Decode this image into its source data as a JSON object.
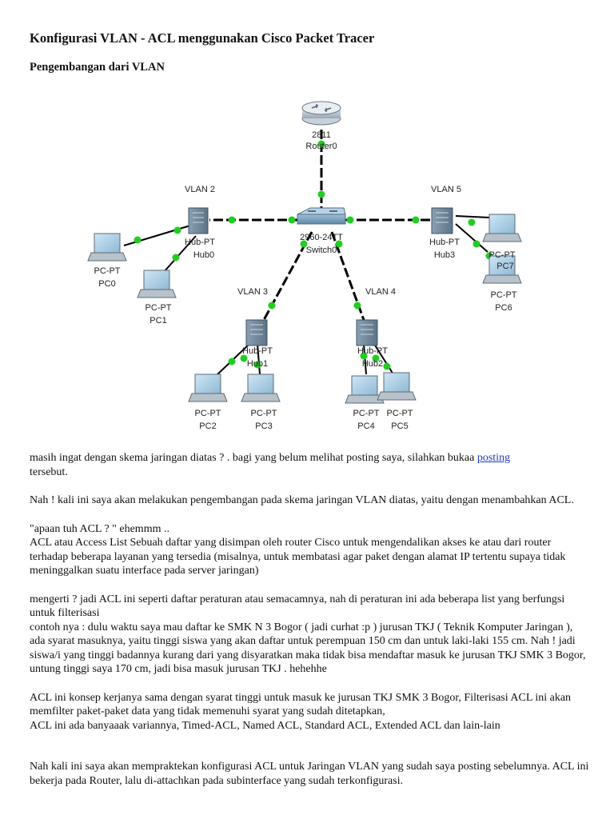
{
  "document": {
    "title": "Konfigurasi VLAN - ACL menggunakan Cisco Packet Tracer",
    "subtitle": "Pengembangan dari VLAN"
  },
  "diagram": {
    "router": {
      "model": "2811",
      "name": "Router0"
    },
    "switch": {
      "model": "2960-24TT",
      "name": "Switch0"
    },
    "hubs": [
      {
        "model": "Hub-PT",
        "name": "Hub0",
        "vlan": "VLAN 2"
      },
      {
        "model": "Hub-PT",
        "name": "Hub1",
        "vlan": "VLAN 3"
      },
      {
        "model": "Hub-PT",
        "name": "Hub2",
        "vlan": "VLAN 4"
      },
      {
        "model": "Hub-PT",
        "name": "Hub3",
        "vlan": "VLAN 5"
      }
    ],
    "pcs": [
      {
        "model": "PC-PT",
        "name": "PC0"
      },
      {
        "model": "PC-PT",
        "name": "PC1"
      },
      {
        "model": "PC-PT",
        "name": "PC2"
      },
      {
        "model": "PC-PT",
        "name": "PC3"
      },
      {
        "model": "PC-PT",
        "name": "PC4"
      },
      {
        "model": "PC-PT",
        "name": "PC5"
      },
      {
        "model": "PC-PT",
        "name": "PC6"
      },
      {
        "model": "PC-PT",
        "name": "PC7"
      }
    ],
    "link_color": "#22cc22",
    "cable_color": "#000000"
  },
  "content": {
    "p1_before_link": "masih ingat dengan skema jaringan diatas ? . bagi yang belum melihat posting saya, silahkan bukaa ",
    "p1_link": "posting ",
    "p1_after": "tersebut.",
    "p2": "Nah ! kali ini saya akan melakukan pengembangan pada skema jaringan VLAN diatas, yaitu dengan menambahkan ACL.",
    "p3": "\"apaan tuh ACL ? \" ehemmm ..",
    "p4": "ACL atau Access List Sebuah daftar yang disimpan oleh router Cisco untuk mengendalikan akses ke atau dari router terhadap beberapa layanan yang tersedia (misalnya, untuk membatasi agar paket dengan alamat IP tertentu supaya tidak meninggalkan suatu interface pada server jaringan)",
    "p5": "mengerti ? jadi ACL ini seperti daftar peraturan atau semacamnya, nah di peraturan ini ada beberapa list yang berfungsi untuk filterisasi",
    "p6": "contoh nya : dulu waktu saya mau daftar ke SMK N 3 Bogor ( jadi curhat :p ) jurusan TKJ ( Teknik Komputer Jaringan ), ada syarat masuknya, yaitu tinggi siswa yang akan daftar untuk perempuan 150 cm dan untuk laki-laki 155 cm. Nah ! jadi siswa/i yang tinggi badannya kurang dari yang disyaratkan maka tidak bisa mendaftar masuk ke jurusan TKJ SMK 3 Bogor, untung tinggi saya 170 cm, jadi bisa masuk jurusan TKJ . hehehhe",
    "p7": "ACL ini konsep kerjanya sama dengan syarat tinggi untuk masuk ke jurusan TKJ SMK 3 Bogor, Filterisasi ACL ini akan memfilter paket-paket data yang tidak memenuhi syarat yang sudah ditetapkan,",
    "p8": "ACL ini ada banyaaak variannya, Timed-ACL, Named ACL, Standard ACL, Extended ACL dan lain-lain",
    "p9": "Nah kali ini saya akan mempraktekan konfigurasi ACL untuk Jaringan VLAN yang sudah saya posting sebelumnya. ACL ini bekerja pada Router, lalu di-attachkan pada subinterface yang sudah terkonfigurasi."
  }
}
